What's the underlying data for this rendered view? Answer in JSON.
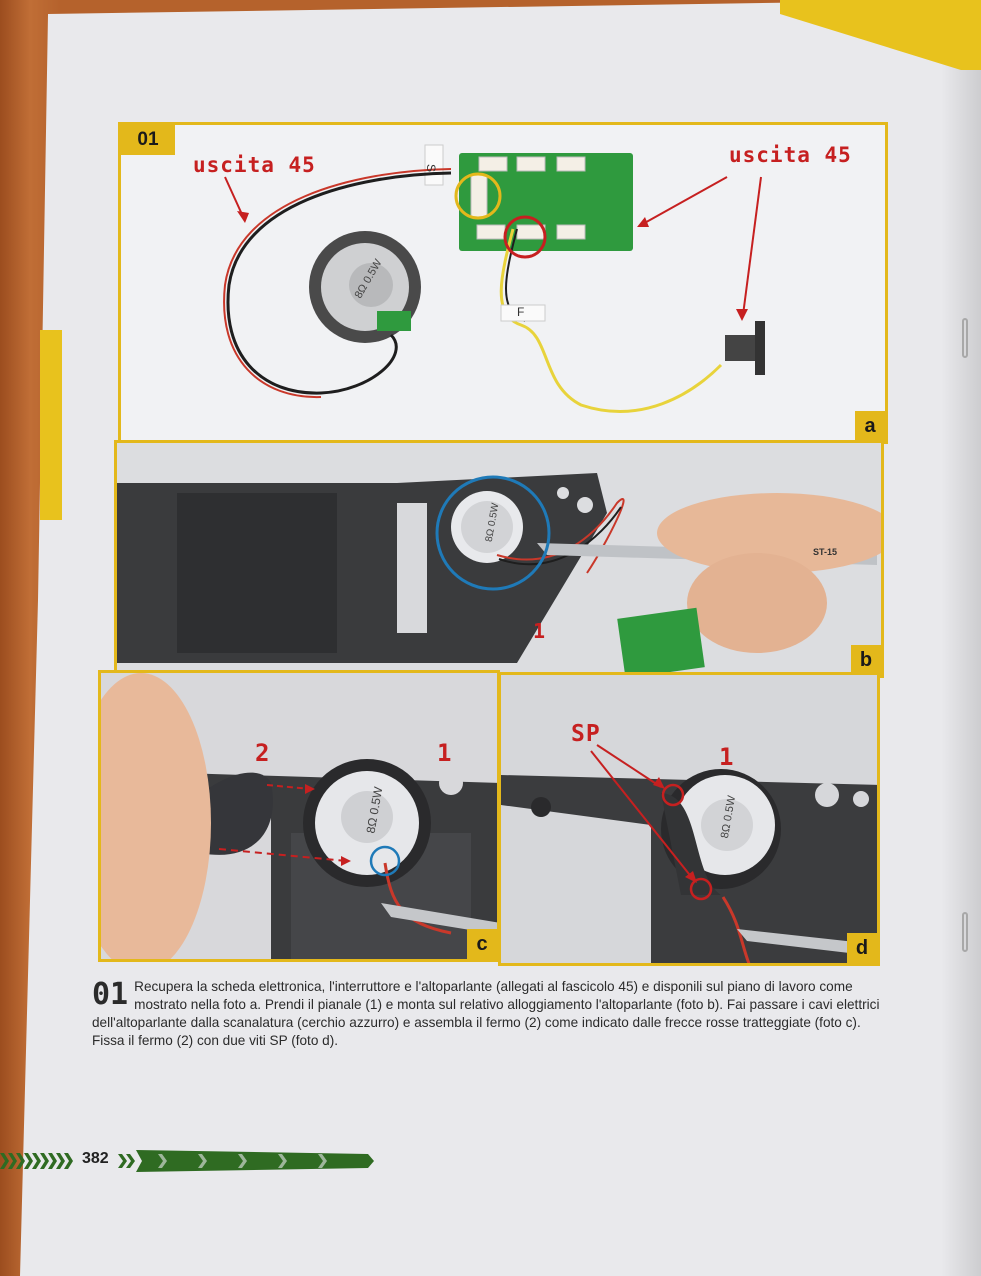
{
  "step": {
    "number": "01",
    "callout_left": "uscita 45",
    "callout_right": "uscita 45",
    "label_s": "S",
    "label_f": "F",
    "photo_labels": [
      "a",
      "b",
      "c",
      "d"
    ],
    "b_part_number": "1",
    "b_tool_text": "ST-15",
    "c_part_numbers": [
      "2",
      "1"
    ],
    "d_callout": "SP",
    "d_part_number": "1",
    "speaker_text": "8Ω 0.5W",
    "instruction_mark": "01",
    "instruction_text": "Recupera la scheda elettronica, l'interruttore e l'altoparlante (allegati al fascicolo 45) e disponili sul piano di lavoro come mostrato nella foto a. Prendi il pianale (1) e monta sul relativo alloggiamento l'altoparlante (foto b). Fai passare i cavi elettrici dell'altoparlante dalla scanalatura (cerchio azzurro) e assembla il fermo (2) come indicato dalle frecce rosse tratteggiate (foto c). Fissa il fermo (2) con due viti SP (foto d)."
  },
  "footer": {
    "page_number": "382"
  },
  "colors": {
    "accent_yellow": "#e3b81b",
    "callout_red": "#c62020",
    "circle_blue": "#1f7ab8",
    "footer_green": "#2f6b22"
  }
}
